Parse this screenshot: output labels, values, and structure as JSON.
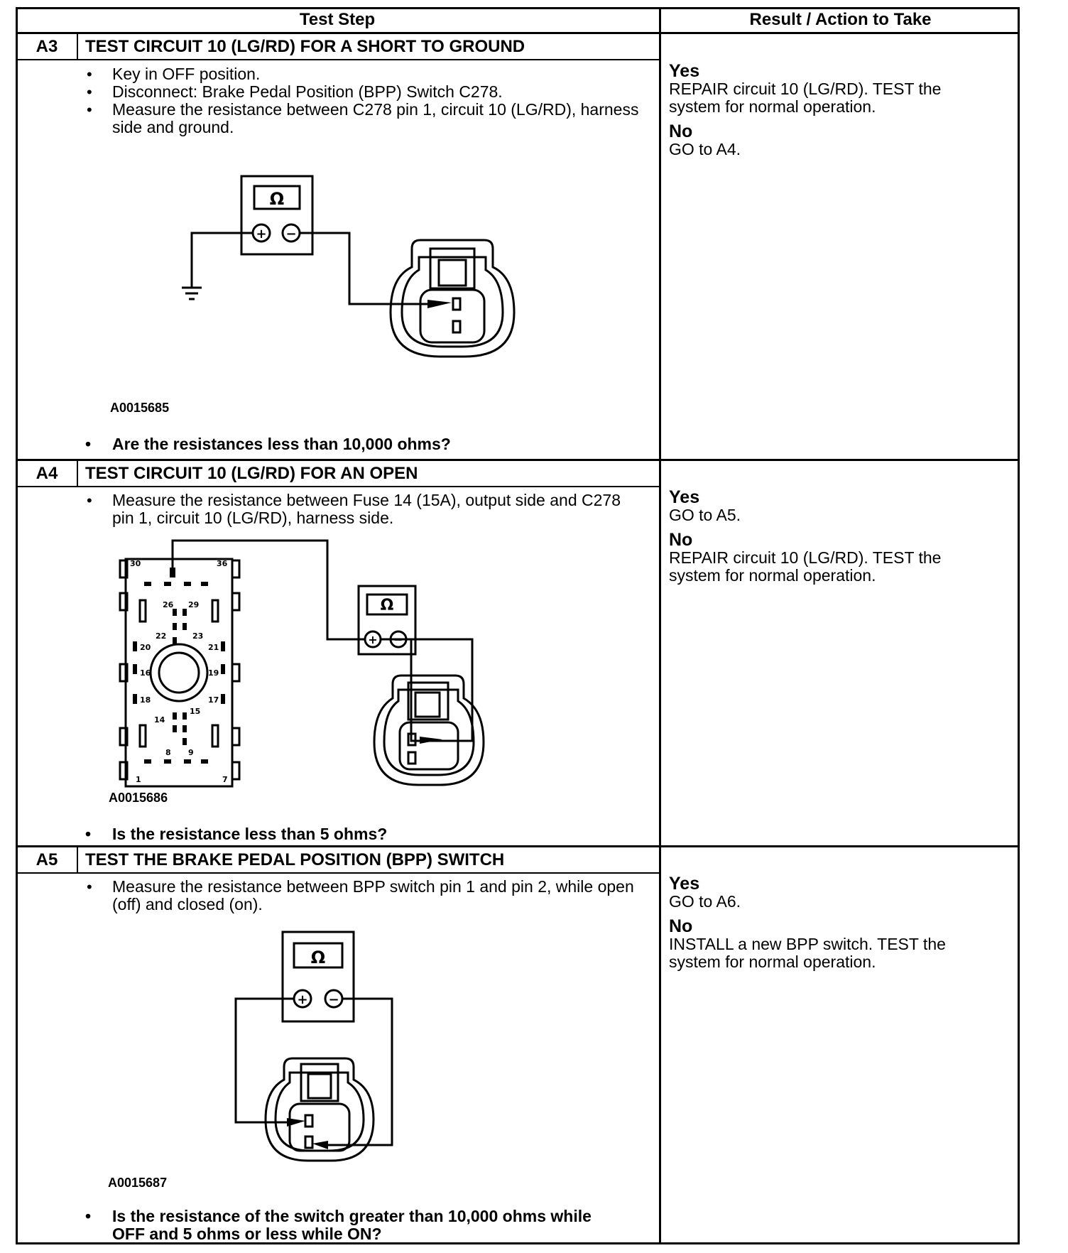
{
  "header": {
    "test_step": "Test Step",
    "result_action": "Result / Action to Take"
  },
  "steps": [
    {
      "id": "A3",
      "title": "TEST CIRCUIT 10 (LG/RD) FOR A SHORT TO GROUND",
      "bullets": [
        "Key in OFF position.",
        "Disconnect: Brake Pedal Position (BPP) Switch C278.",
        "Measure the resistance between C278 pin 1, circuit 10 (LG/RD), harness side and ground."
      ],
      "figure_code": "A0015685",
      "question": "Are the resistances less than 10,000 ohms?",
      "yes_label": "Yes",
      "yes_lines": [
        "REPAIR circuit 10 (LG/RD). TEST the",
        "system for normal operation."
      ],
      "no_label": "No",
      "no_lines": [
        "GO to A4."
      ]
    },
    {
      "id": "A4",
      "title": "TEST CIRCUIT 10 (LG/RD) FOR AN OPEN",
      "bullets": [
        "Measure the resistance between Fuse 14 (15A), output side and C278 pin 1, circuit 10 (LG/RD), harness side."
      ],
      "figure_code": "A0015686",
      "question": "Is the resistance less than 5 ohms?",
      "yes_label": "Yes",
      "yes_lines": [
        "GO to A5."
      ],
      "no_label": "No",
      "no_lines": [
        "REPAIR circuit 10 (LG/RD). TEST the",
        "system for normal operation."
      ]
    },
    {
      "id": "A5",
      "title": "TEST THE BRAKE PEDAL POSITION (BPP) SWITCH",
      "bullets": [
        "Measure the resistance between BPP switch pin 1 and pin 2, while open (off) and closed (on)."
      ],
      "figure_code": "A0015687",
      "question": "Is the resistance of the switch greater than 10,000 ohms while OFF and 5 ohms or less while ON?",
      "yes_label": "Yes",
      "yes_lines": [
        "GO to A6."
      ],
      "no_label": "No",
      "no_lines": [
        "INSTALL a new BPP switch. TEST the",
        "system for normal operation."
      ]
    }
  ],
  "meter": {
    "symbol": "Ω",
    "plus": "+",
    "minus": "−"
  },
  "fuse_box_labels": [
    "30",
    "36",
    "26",
    "29",
    "22",
    "23",
    "20",
    "21",
    "18",
    "19",
    "16",
    "17",
    "14",
    "15",
    "8",
    "9",
    "1",
    "7"
  ]
}
